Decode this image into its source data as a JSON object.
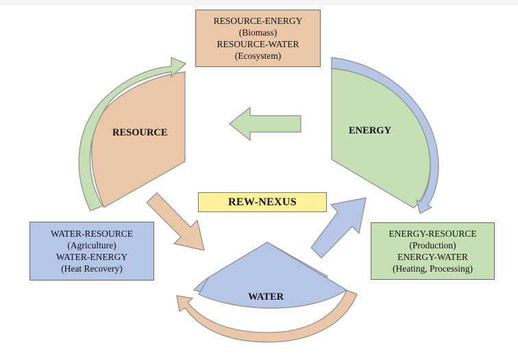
{
  "nodes": {
    "resource": {
      "label": "RESOURCE",
      "color": "#eac7a6"
    },
    "energy": {
      "label": "ENERGY",
      "color": "#c6dfb4"
    },
    "water": {
      "label": "WATER",
      "color": "#b5c6e6"
    }
  },
  "center_label": "REW-NEXUS",
  "boxes": {
    "top": {
      "lines": [
        "RESOURCE-ENERGY",
        "(Biomass)",
        "RESOURCE-WATER",
        "(Ecosystem)"
      ],
      "color": "#eac7a6"
    },
    "left": {
      "lines": [
        "WATER-RESOURCE",
        "(Agriculture)",
        "WATER-ENERGY",
        "(Heat Recovery)"
      ],
      "color": "#b5c6e6"
    },
    "right": {
      "lines": [
        "ENERGY-RESOURCE",
        "(Production)",
        "ENERGY-WATER",
        "(Heating, Processing)"
      ],
      "color": "#c6dfb4"
    }
  },
  "colors": {
    "resource_fill": "#eac7a6",
    "energy_fill": "#c6dfb4",
    "water_fill": "#b5c6e6",
    "nexus_fill": "#fdf29a",
    "stroke": "#8a8a8a"
  }
}
